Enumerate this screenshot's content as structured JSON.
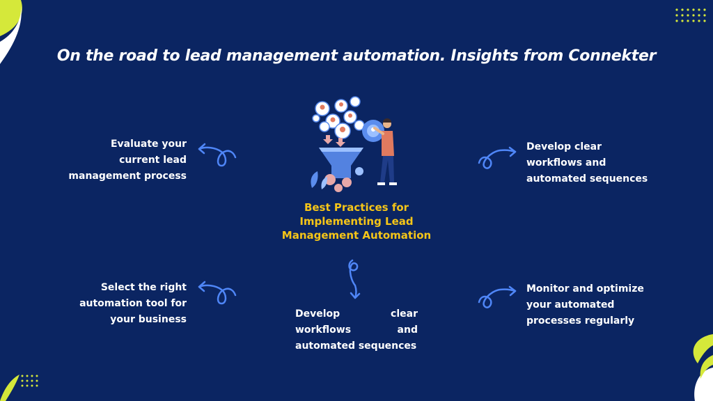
{
  "title": "On the road to lead management automation. Insights from Connekter",
  "center_label": {
    "line1": "Best Practices for",
    "line2": "Implementing Lead",
    "line3": "Management Automation"
  },
  "steps": {
    "top_left": "Evaluate your current lead management process",
    "top_right": "Develop clear workflows and automated sequences",
    "bottom_left": "Select the right automation tool for your business",
    "bottom_center": "Develop clear workflows and automated sequences",
    "bottom_right": "Monitor and optimize your automated processes regularly"
  },
  "colors": {
    "background": "#0b2562",
    "accent_yellow": "#f5c518",
    "arrow_blue": "#4f86f7",
    "leaf_green": "#d5e83a"
  },
  "icons": {
    "arrow": "curly-arrow-icon",
    "illustration": "lead-funnel-illustration"
  }
}
